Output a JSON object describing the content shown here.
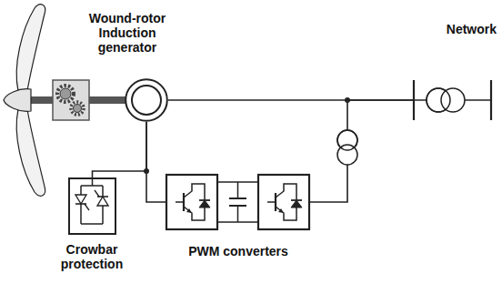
{
  "diagram": {
    "nodes": [
      {
        "text": [
          "Wound-rotor Induction generator"
        ]
      },
      {
        "text": [
          "Network"
        ]
      },
      {
        "text": [
          "Crowbar protection"
        ]
      },
      {
        "text": [
          "PWM converters"
        ]
      }
    ],
    "edges": [
      {
        "from": 0,
        "to": 2,
        "arrow": "none"
      },
      {
        "from": 0,
        "to": 3,
        "arrow": "none"
      },
      {
        "from": 3,
        "to": 1,
        "arrow": "none"
      },
      {
        "from": 0,
        "to": 1,
        "arrow": "none"
      }
    ]
  }
}
